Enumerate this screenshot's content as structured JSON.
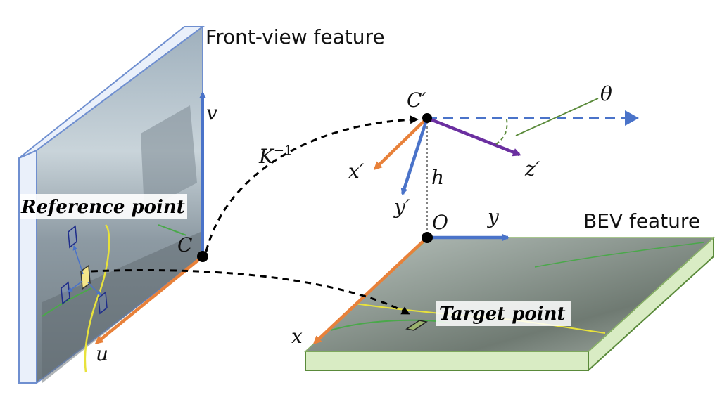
{
  "labels": {
    "front_view": "Front-view feature",
    "bev": "BEV feature",
    "reference_point": "Reference point",
    "target_point": "Target point",
    "v": "v",
    "u": "u",
    "C": "C",
    "C_prime": "C′",
    "K_inv_base": "K",
    "K_inv_exp": "−1",
    "theta": "θ",
    "x_prime": "x′",
    "y_prime": "y′",
    "z_prime": "z′",
    "h": "h",
    "O": "O",
    "y": "y",
    "x": "x"
  },
  "colors": {
    "blue": "#4a73c9",
    "orange": "#e8813a",
    "purple": "#6b2fa0",
    "green": "#5a8a3a",
    "frame_blue": "#6f8fd0",
    "bev_green_face": "#d9ecc4",
    "bev_green_edge": "#8bb36a"
  }
}
